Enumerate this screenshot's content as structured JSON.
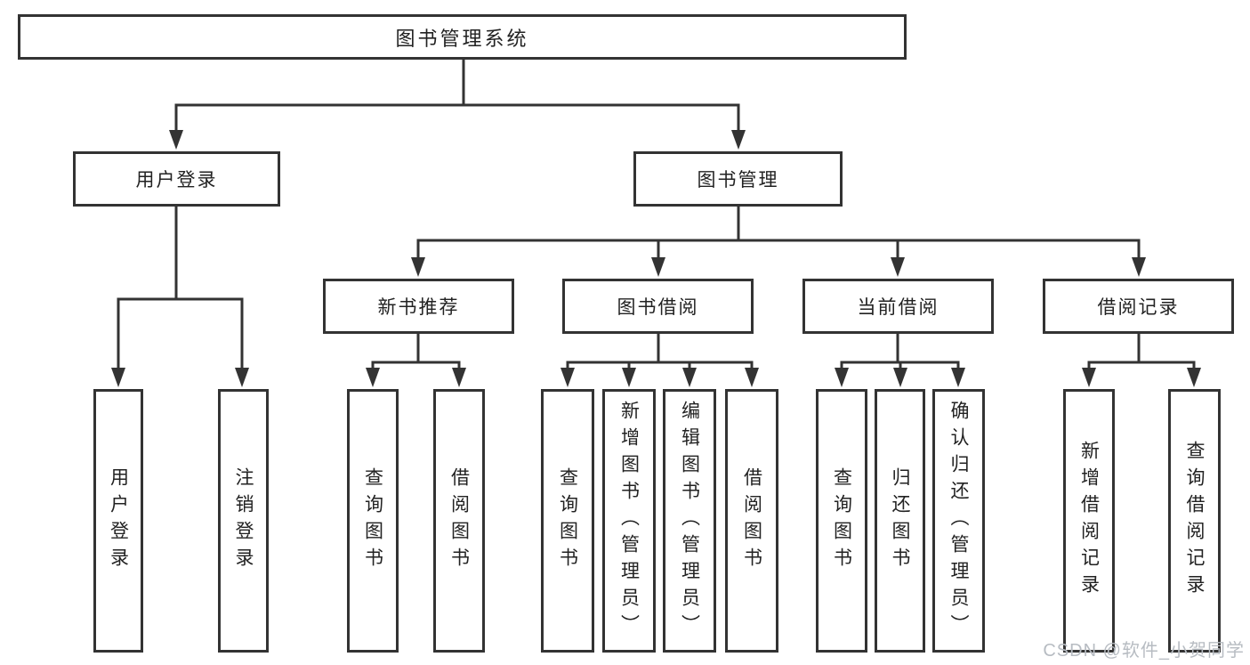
{
  "colors": {
    "line": "#333333",
    "text": "#222222",
    "box_background": "#ffffff",
    "watermark": "#b7bcc2"
  },
  "watermark": {
    "text": "CSDN @软件_小贺同学"
  },
  "tree": {
    "label": "图书管理系统",
    "children": [
      {
        "label": "用户登录",
        "children": [
          {
            "label": "用户登录"
          },
          {
            "label": "注销登录"
          }
        ]
      },
      {
        "label": "图书管理",
        "children": [
          {
            "label": "新书推荐",
            "children": [
              {
                "label": "查询图书"
              },
              {
                "label": "借阅图书"
              }
            ]
          },
          {
            "label": "图书借阅",
            "children": [
              {
                "label": "查询图书"
              },
              {
                "label": "新增图书（管理员）"
              },
              {
                "label": "编辑图书（管理员）"
              },
              {
                "label": "借阅图书"
              }
            ]
          },
          {
            "label": "当前借阅",
            "children": [
              {
                "label": "查询图书"
              },
              {
                "label": "归还图书"
              },
              {
                "label": "确认归还（管理员）"
              }
            ]
          },
          {
            "label": "借阅记录",
            "children": [
              {
                "label": "新增借阅记录"
              },
              {
                "label": "查询借阅记录"
              }
            ]
          }
        ]
      }
    ]
  }
}
